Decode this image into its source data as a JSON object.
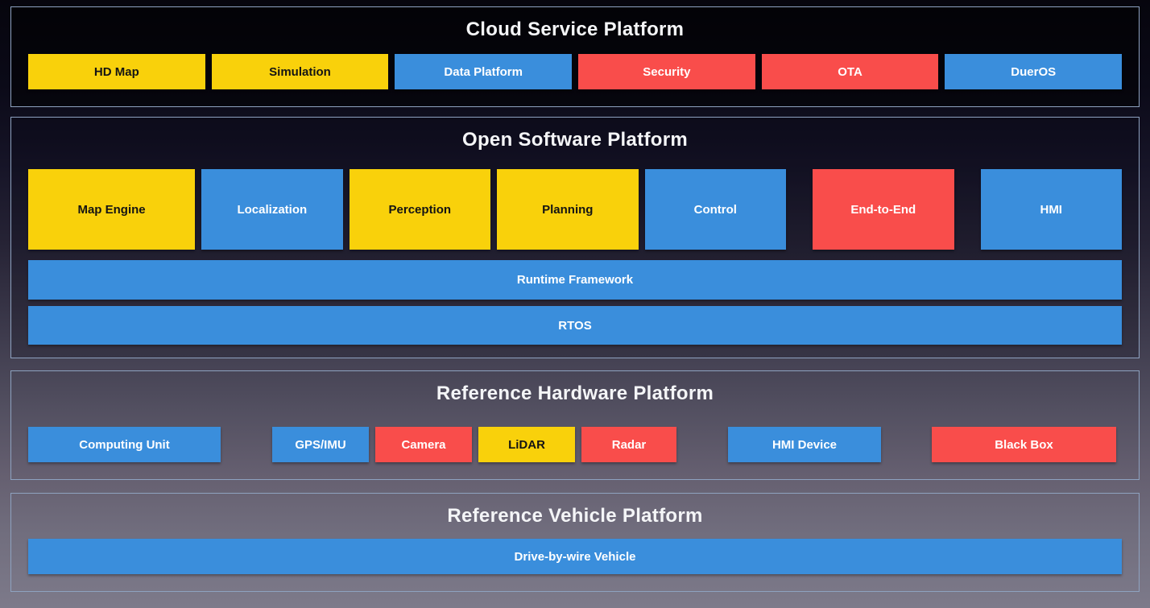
{
  "colors": {
    "yellow": "#F9D10B",
    "blue": "#3A8EDC",
    "red": "#F94D4B",
    "panel_border": "#8EA2C0",
    "title_text": "#F4F5F7",
    "bg_top": "#06050D",
    "bg_bottom": "#7D7A8A"
  },
  "cloud": {
    "title": "Cloud Service Platform",
    "boxes": [
      {
        "label": "HD Map",
        "color": "yellow"
      },
      {
        "label": "Simulation",
        "color": "yellow"
      },
      {
        "label": "Data Platform",
        "color": "blue"
      },
      {
        "label": "Security",
        "color": "red"
      },
      {
        "label": "OTA",
        "color": "red"
      },
      {
        "label": "DuerOS",
        "color": "blue"
      }
    ]
  },
  "software": {
    "title": "Open Software Platform",
    "modules": [
      {
        "label": "Map Engine",
        "color": "yellow"
      },
      {
        "label": "Localization",
        "color": "blue"
      },
      {
        "label": "Perception",
        "color": "yellow"
      },
      {
        "label": "Planning",
        "color": "yellow"
      },
      {
        "label": "Control",
        "color": "blue"
      },
      {
        "label": "End-to-End",
        "color": "red"
      },
      {
        "label": "HMI",
        "color": "blue"
      }
    ],
    "layers": [
      {
        "label": "Runtime Framework",
        "color": "blue"
      },
      {
        "label": "RTOS",
        "color": "blue"
      }
    ]
  },
  "hardware": {
    "title": "Reference Hardware Platform",
    "boxes": [
      {
        "label": "Computing Unit",
        "color": "blue"
      },
      {
        "label": "GPS/IMU",
        "color": "blue"
      },
      {
        "label": "Camera",
        "color": "red"
      },
      {
        "label": "LiDAR",
        "color": "yellow"
      },
      {
        "label": "Radar",
        "color": "red"
      },
      {
        "label": "HMI Device",
        "color": "blue"
      },
      {
        "label": "Black Box",
        "color": "red"
      }
    ]
  },
  "vehicle": {
    "title": "Reference Vehicle Platform",
    "boxes": [
      {
        "label": "Drive-by-wire Vehicle",
        "color": "blue"
      }
    ]
  }
}
